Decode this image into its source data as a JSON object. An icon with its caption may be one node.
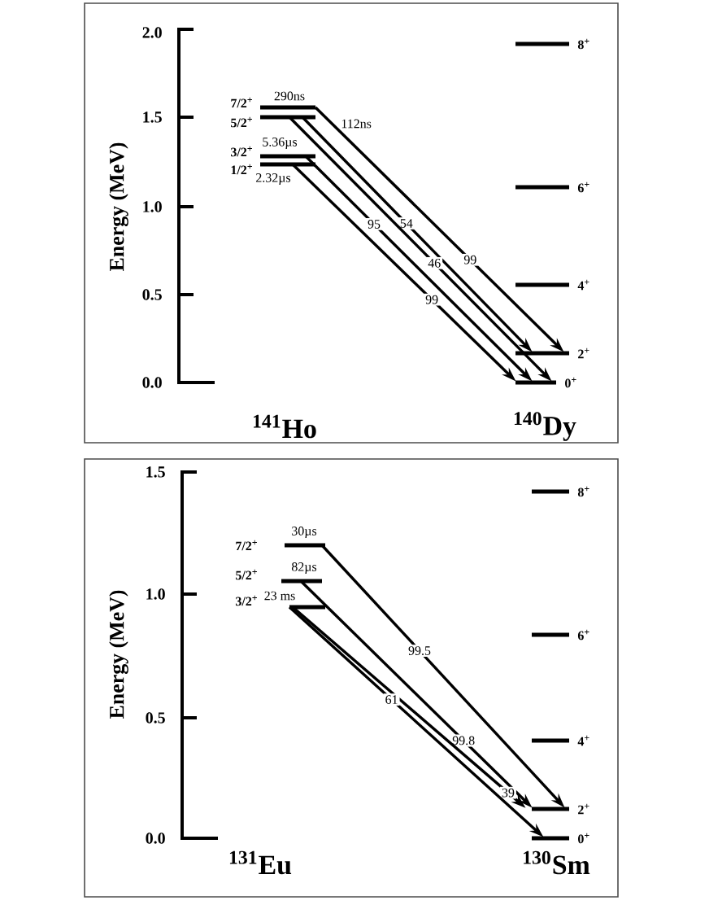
{
  "diagram": {
    "nodes": [
      {
        "text": [
          "7/2$^{+}$"
        ],
        "beside": [
          "290ns"
        ]
      },
      {
        "text": [
          "5/2$^{+}$"
        ],
        "beside": [
          "112ns"
        ]
      },
      {
        "text": [
          "3/2$^{+}$"
        ],
        "beside": [
          "5.36µs"
        ]
      },
      {
        "text": [
          "1/2$^{+}$"
        ],
        "beside": [
          "2.32µs"
        ]
      },
      {
        "text": [
          "8$^{+}$"
        ]
      },
      {
        "text": [
          "6$^{+}$"
        ]
      },
      {
        "text": [
          "4$^{+}$"
        ]
      },
      {
        "text": [
          "2$^{+}$"
        ]
      },
      {
        "text": [
          "0$^{+}$"
        ]
      },
      {
        "text": [
          "7/2$^{+}$"
        ],
        "beside": [
          "30µs"
        ]
      },
      {
        "text": [
          "5/2$^{+}$"
        ],
        "beside": [
          "82µs"
        ]
      },
      {
        "text": [
          "3/2$^{+}$"
        ],
        "beside": [
          "23 ms"
        ]
      },
      {
        "text": [
          "8$^{+}$"
        ]
      },
      {
        "text": [
          "6$^{+}$"
        ]
      },
      {
        "text": [
          "4$^{+}$"
        ]
      },
      {
        "text": [
          "2$^{+}$"
        ]
      },
      {
        "text": [
          "0$^{+}$"
        ]
      }
    ],
    "edges": [
      {
        "from": 0,
        "to": 7,
        "arrow": "to",
        "label": "99"
      },
      {
        "from": 1,
        "to": 7,
        "arrow": "to",
        "label": "54"
      },
      {
        "from": 1,
        "to": 8,
        "arrow": "to",
        "label": "46"
      },
      {
        "from": 2,
        "to": 8,
        "arrow": "to",
        "label": "95"
      },
      {
        "from": 3,
        "to": 8,
        "arrow": "to",
        "label": "99"
      },
      {
        "from": 9,
        "to": 15,
        "arrow": "to",
        "label": "99.5"
      },
      {
        "from": 10,
        "to": 15,
        "arrow": "to",
        "label": "99.8"
      },
      {
        "from": 11,
        "to": 15,
        "arrow": "to",
        "label": "39"
      },
      {
        "from": 11,
        "to": 16,
        "arrow": "to",
        "label": "61"
      }
    ],
    "labels": [
      "2.0",
      "1.5",
      "1.0",
      "0.5",
      "0.0",
      "Energy (MeV)",
      "$^{141}$Ho",
      "$^{140}$Dy",
      "1.5",
      "1.0",
      "0.5",
      "0.0",
      "Energy (MeV)",
      "$^{131}$Eu",
      "$^{130}$Sm"
    ]
  }
}
